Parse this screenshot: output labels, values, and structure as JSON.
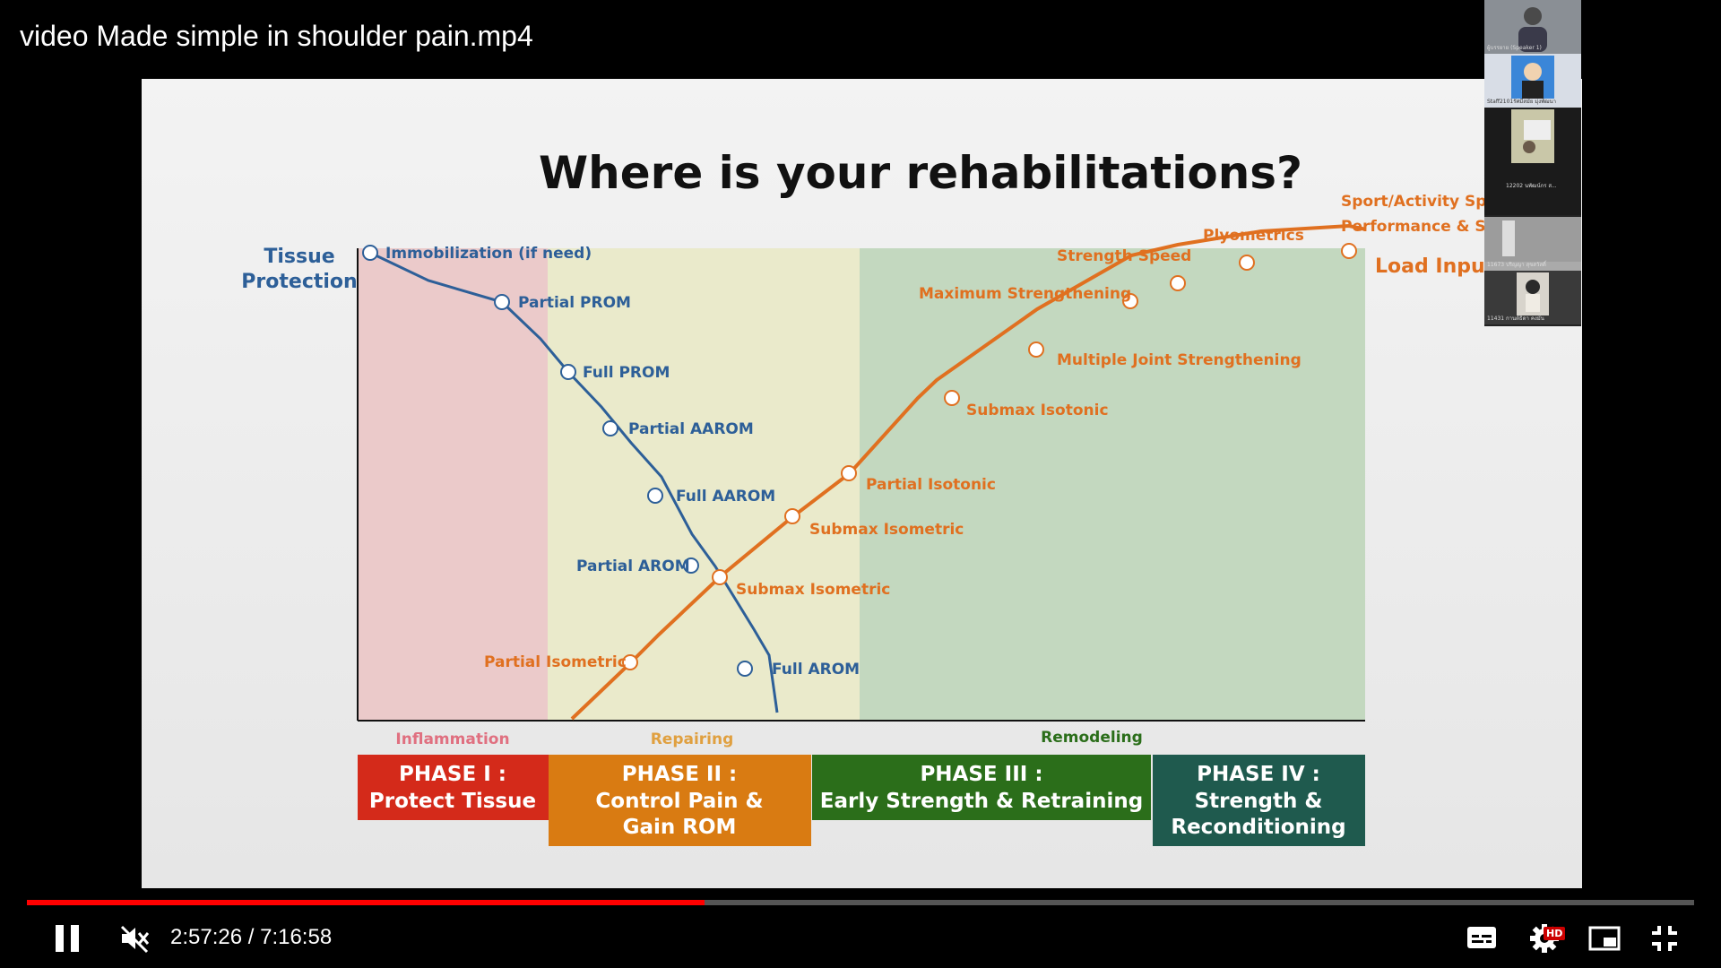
{
  "video": {
    "title": "video Made simple in shoulder pain.mp4",
    "progress": 0.4063
  },
  "controls": {
    "time_current": "2:57:26",
    "time_separator": " / ",
    "time_total": "7:16:58",
    "hd_badge": "HD"
  },
  "slide": {
    "title": "Where is your rehabilitations?",
    "y_axis_label_line1": "Tissue",
    "y_axis_label_line2": "Protection",
    "load_input_label": "Load Input",
    "top_right_label_line1": "Sport/Activity Speci",
    "top_right_label_line2": "Performance & Skil",
    "stages": [
      "Inflammation",
      "Repairing",
      "Remodeling"
    ],
    "protection_points": [
      "Immobilization (if need)",
      "Partial PROM",
      "Full PROM",
      "Partial AAROM",
      "Full AAROM",
      "Partial AROM",
      "Full AROM"
    ],
    "load_points": [
      "Partial Isometric",
      "Submax Isometric",
      "Submax Isometric",
      "Partial Isotonic",
      "Submax Isotonic",
      "Multiple Joint Strengthening",
      "Maximum Strengthening",
      "Strength Speed",
      "Plyometrics"
    ],
    "phases": [
      {
        "line1": "PHASE I :",
        "line2": "Protect Tissue",
        "line3": ""
      },
      {
        "line1": "PHASE II :",
        "line2": "Control Pain &",
        "line3": "Gain ROM"
      },
      {
        "line1": "PHASE III :",
        "line2": "Early Strength & Retraining",
        "line3": ""
      },
      {
        "line1": "PHASE IV :",
        "line2": "Strength &",
        "line3": "Reconditioning"
      }
    ],
    "colors": {
      "protection": "#2d5f98",
      "load": "#e07020",
      "inflammation_bg": "#ebcaca",
      "repairing_bg": "#eaeacb",
      "remodeling_bg": "#c3d8bf",
      "phase1": "#d42a1a",
      "phase2": "#d97b12",
      "phase3": "#2b6e1a",
      "phase4": "#1f5a4e"
    }
  },
  "participants": [
    {
      "caption": "ผู้บรรยาย (Speaker 1)"
    },
    {
      "caption": "Staff2101รัศมีสมัย มุ่งพัฒนา"
    },
    {
      "caption": "12202 นพัฒน์กร ส..."
    },
    {
      "caption": "11673 ปริญญา สุขสวัสดิ์"
    },
    {
      "caption": "11431 กานต์ธิดา คงมั่น"
    }
  ]
}
